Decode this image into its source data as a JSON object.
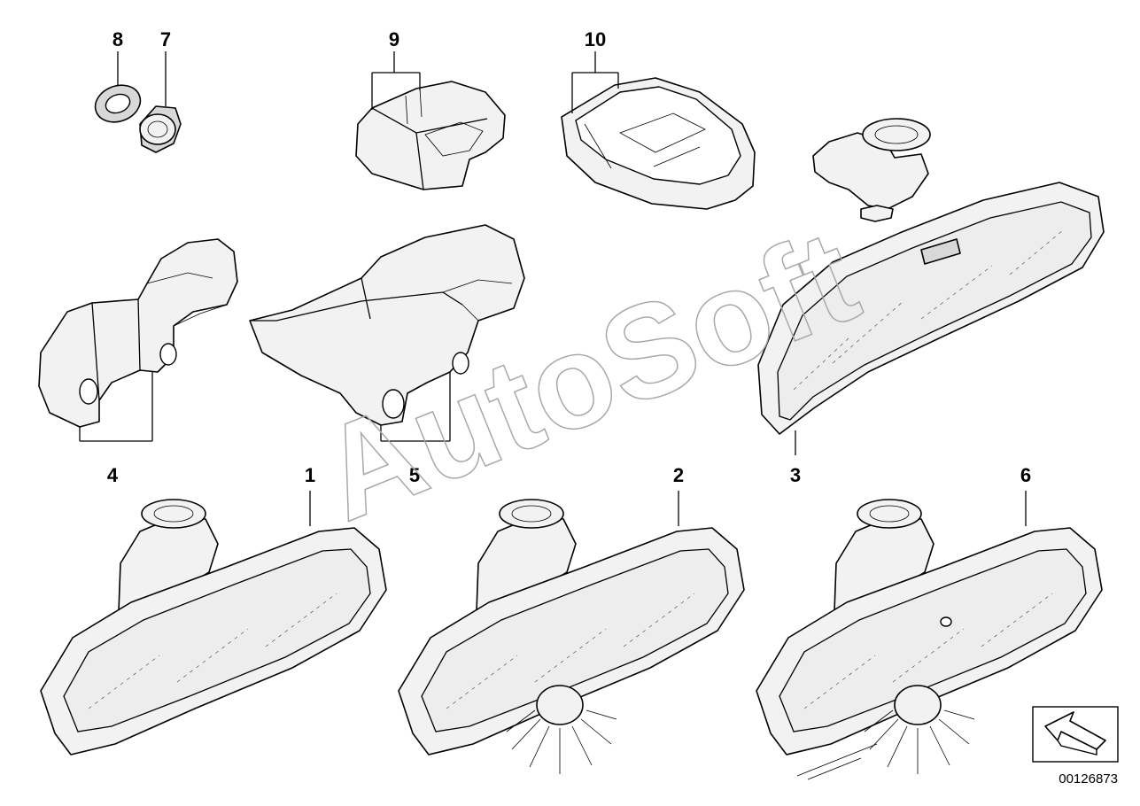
{
  "callouts": {
    "c1": "1",
    "c2": "2",
    "c3": "3",
    "c4": "4",
    "c5": "5",
    "c6": "6",
    "c7": "7",
    "c8": "8",
    "c9": "9",
    "c10": "10"
  },
  "watermark": "AutoSoft",
  "diagram_number": "00126873",
  "icons": {
    "direction_arrow": "arrow-up-left-icon"
  }
}
